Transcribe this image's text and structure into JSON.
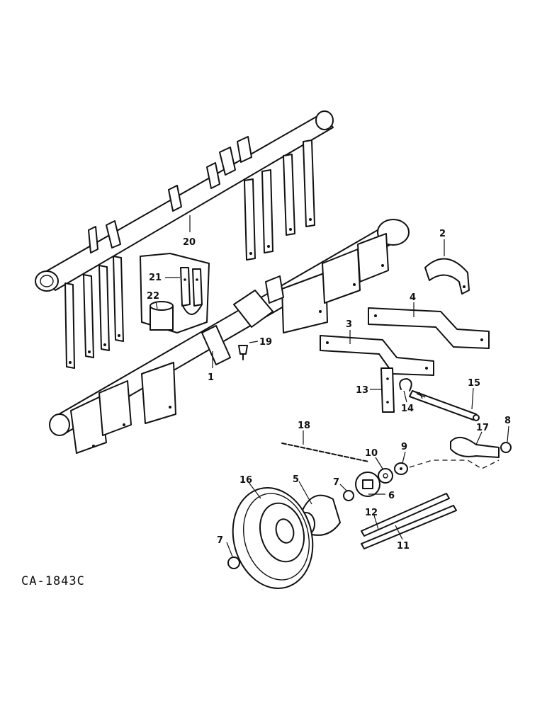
{
  "drawing_code": "CA-1843C",
  "callouts": [
    {
      "id": "1",
      "label": "1"
    },
    {
      "id": "2",
      "label": "2"
    },
    {
      "id": "3",
      "label": "3"
    },
    {
      "id": "4",
      "label": "4"
    },
    {
      "id": "5",
      "label": "5"
    },
    {
      "id": "6",
      "label": "6"
    },
    {
      "id": "7a",
      "label": "7"
    },
    {
      "id": "7b",
      "label": "7"
    },
    {
      "id": "8",
      "label": "8"
    },
    {
      "id": "9",
      "label": "9"
    },
    {
      "id": "10",
      "label": "10"
    },
    {
      "id": "11",
      "label": "11"
    },
    {
      "id": "12",
      "label": "12"
    },
    {
      "id": "13",
      "label": "13"
    },
    {
      "id": "14",
      "label": "14"
    },
    {
      "id": "15",
      "label": "15"
    },
    {
      "id": "16",
      "label": "16"
    },
    {
      "id": "17",
      "label": "17"
    },
    {
      "id": "18",
      "label": "18"
    },
    {
      "id": "19",
      "label": "19"
    },
    {
      "id": "20",
      "label": "20"
    },
    {
      "id": "21",
      "label": "21"
    },
    {
      "id": "22",
      "label": "22"
    }
  ]
}
